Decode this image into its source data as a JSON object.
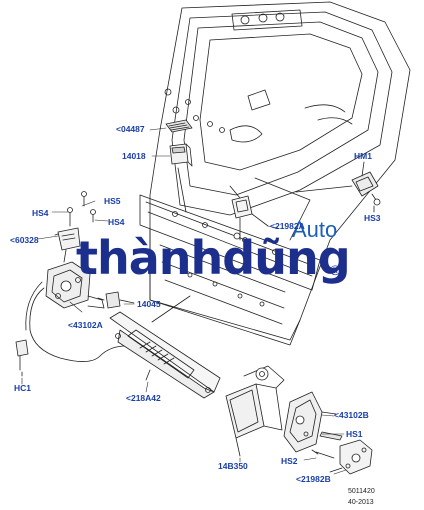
{
  "labels": {
    "p04487": "<04487",
    "p14018": "14018",
    "hm1": "HM1",
    "hs3": "HS3",
    "hs5": "HS5",
    "hs4_left": "HS4",
    "hs4_right": "HS4",
    "p60328": "<60328",
    "p21982a": "<21982A",
    "p43102a": "<43102A",
    "p14045": "14045",
    "hc1": "HC1",
    "p218a42": "<218A42",
    "p43102b": "<43102B",
    "hs1": "HS1",
    "hs2": "HS2",
    "p14b350": "14B350",
    "p21982b": "<21982B"
  },
  "reference": {
    "code": "5011420",
    "date": "40-2013"
  },
  "watermark": {
    "brand": "thànhdũng",
    "suffix": "Auto",
    "mark": "®"
  },
  "colors": {
    "label": "#1a3ea8",
    "watermark": "#1c2f8c",
    "line": "#222222"
  }
}
